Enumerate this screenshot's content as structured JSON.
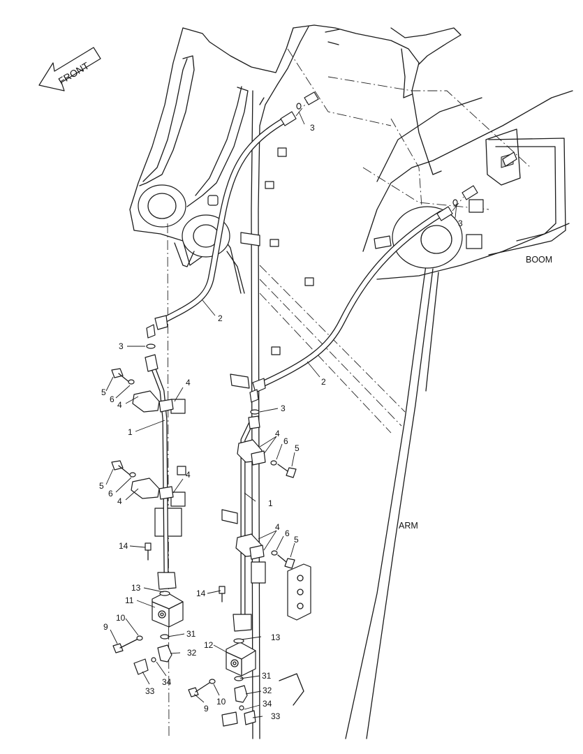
{
  "orientation": {
    "label": "FRONT",
    "icon": "arrow-left-icon"
  },
  "labels": {
    "boom": "BOOM",
    "arm": "ARM"
  },
  "callouts": [
    "1",
    "2",
    "3",
    "4",
    "5",
    "6",
    "9",
    "10",
    "11",
    "12",
    "13",
    "14",
    "31",
    "32",
    "33",
    "34"
  ]
}
